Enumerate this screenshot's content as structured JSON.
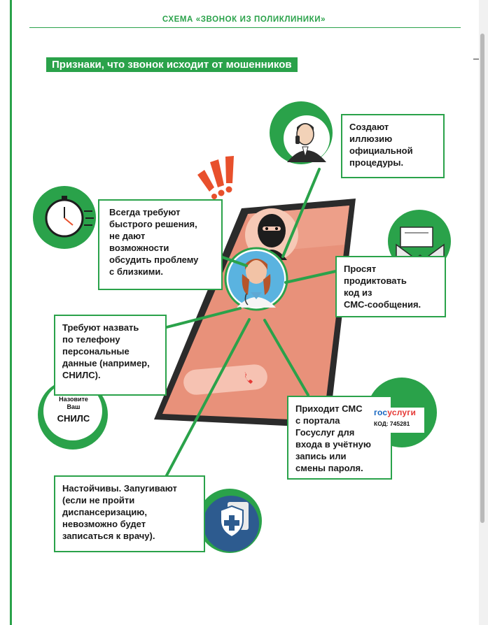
{
  "header": {
    "title": "СХЕМА «ЗВОНОК ИЗ ПОЛИКЛИНИКИ»"
  },
  "section": {
    "title": "Признаки, что звонок исходит от мошенников"
  },
  "callouts": {
    "ritual": [
      "Создают",
      "иллюзию",
      "официальной",
      "процедуры."
    ],
    "urgency": [
      "Всегда требуют",
      "быстрого решения,",
      "не дают",
      "возможности",
      "обсудить проблему",
      "с близкими."
    ],
    "sms_code": [
      "Просят",
      "продиктовать",
      "код из",
      "СМС-сообщения."
    ],
    "personal_data": [
      "Требуют назвать",
      "по телефону",
      "персональные",
      "данные (например,",
      "СНИЛС)."
    ],
    "gosuslugi": [
      "Приходит СМС",
      "с портала",
      "Госуслуг для",
      "входа в учётную",
      "запись или",
      "смены пароля."
    ],
    "pressure": [
      "Настойчивы. Запугивают",
      "(если не пройти",
      "диспансеризацию,",
      "невозможно будет",
      "записаться к врачу)."
    ]
  },
  "snils_badge": {
    "line1": "Назовите",
    "line2": "Ваш",
    "line3": "СНИЛС"
  },
  "gosuslugi_badge": {
    "brand_a": "гос",
    "brand_b": "услуги",
    "code": "КОД: 745281"
  },
  "icons": [
    "stopwatch-icon",
    "businessman-icon",
    "envelope-icon",
    "medical-shield-icon",
    "hacker-icon",
    "doctor-icon",
    "phone-handset-icon",
    "exclamation-marks-icon"
  ],
  "colors": {
    "accent": "#2aa24a",
    "phone_screen": "#e8917a",
    "phone_body": "#2b2b2b",
    "alert": "#e8502c"
  }
}
